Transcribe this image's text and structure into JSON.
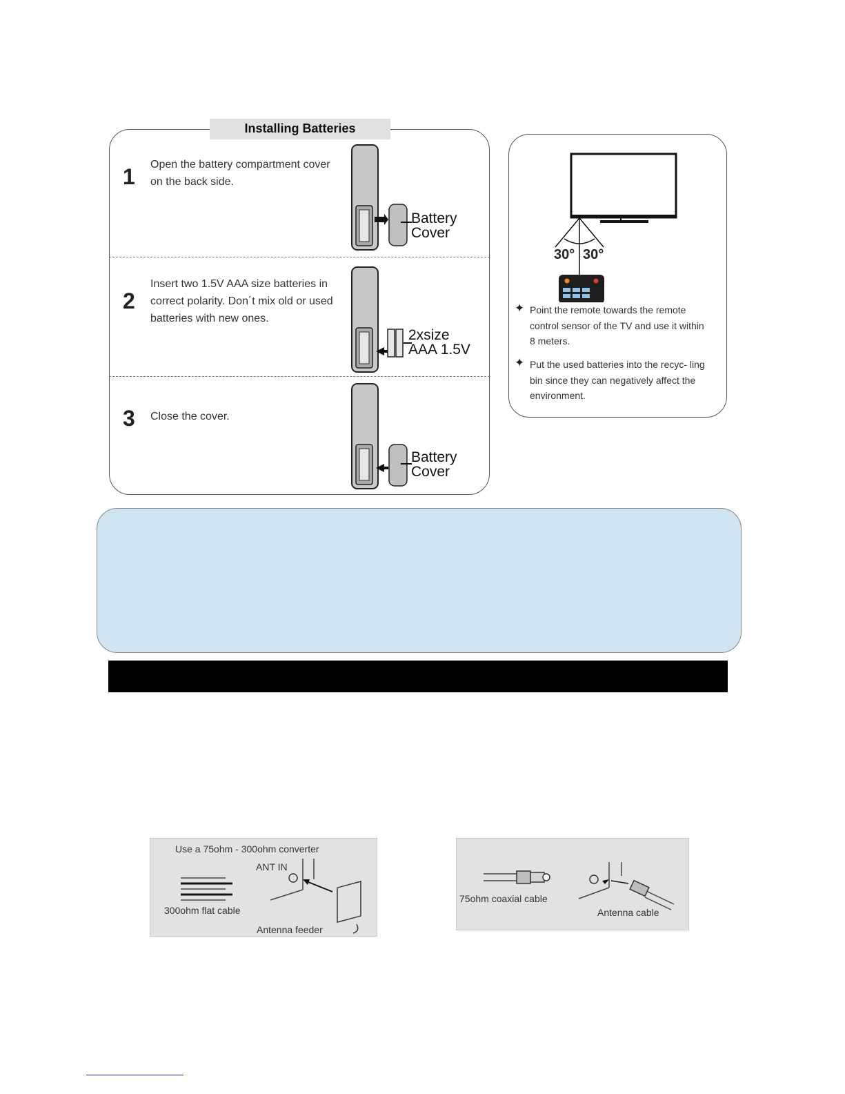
{
  "install": {
    "title": "Installing Batteries",
    "steps": [
      {
        "num": "1",
        "text": "Open the battery compartment cover on the back side.",
        "label_line1": "Battery",
        "label_line2": "Cover"
      },
      {
        "num": "2",
        "text": "Insert two 1.5V AAA  size batteries in correct polarity. Don´t mix old or used batteries with new ones.",
        "label_line1": "2xsize",
        "label_line2": "AAA 1.5V"
      },
      {
        "num": "3",
        "text": "Close   the cover.",
        "label_line1": "Battery",
        "label_line2": "Cover"
      }
    ]
  },
  "notes": {
    "angle_left": "30°",
    "angle_right": "30°",
    "bullets": [
      "Point the remote towards the remote control sensor of the TV and use it within 8 meters.",
      "Put the used batteries into the recyc- ling bin since they can negatively affect the environment."
    ],
    "bullet_icon": "four-point-star-icon"
  },
  "antenna": {
    "left": {
      "converter": "Use a 75ohm - 300ohm converter",
      "ant_in": "ANT IN",
      "flat_cable": "300ohm flat cable",
      "feeder": "Antenna feeder"
    },
    "right": {
      "coax": "75ohm coaxial cable",
      "cable": "Antenna cable"
    }
  },
  "colors": {
    "blue_box": "#cfe5f3",
    "title_tab": "#e1e1e1",
    "antenna_panel": "#e2e2e2",
    "remote_red": "#d9412b",
    "remote_orange": "#f08a1c",
    "remote_blue": "#8cc3e8"
  }
}
